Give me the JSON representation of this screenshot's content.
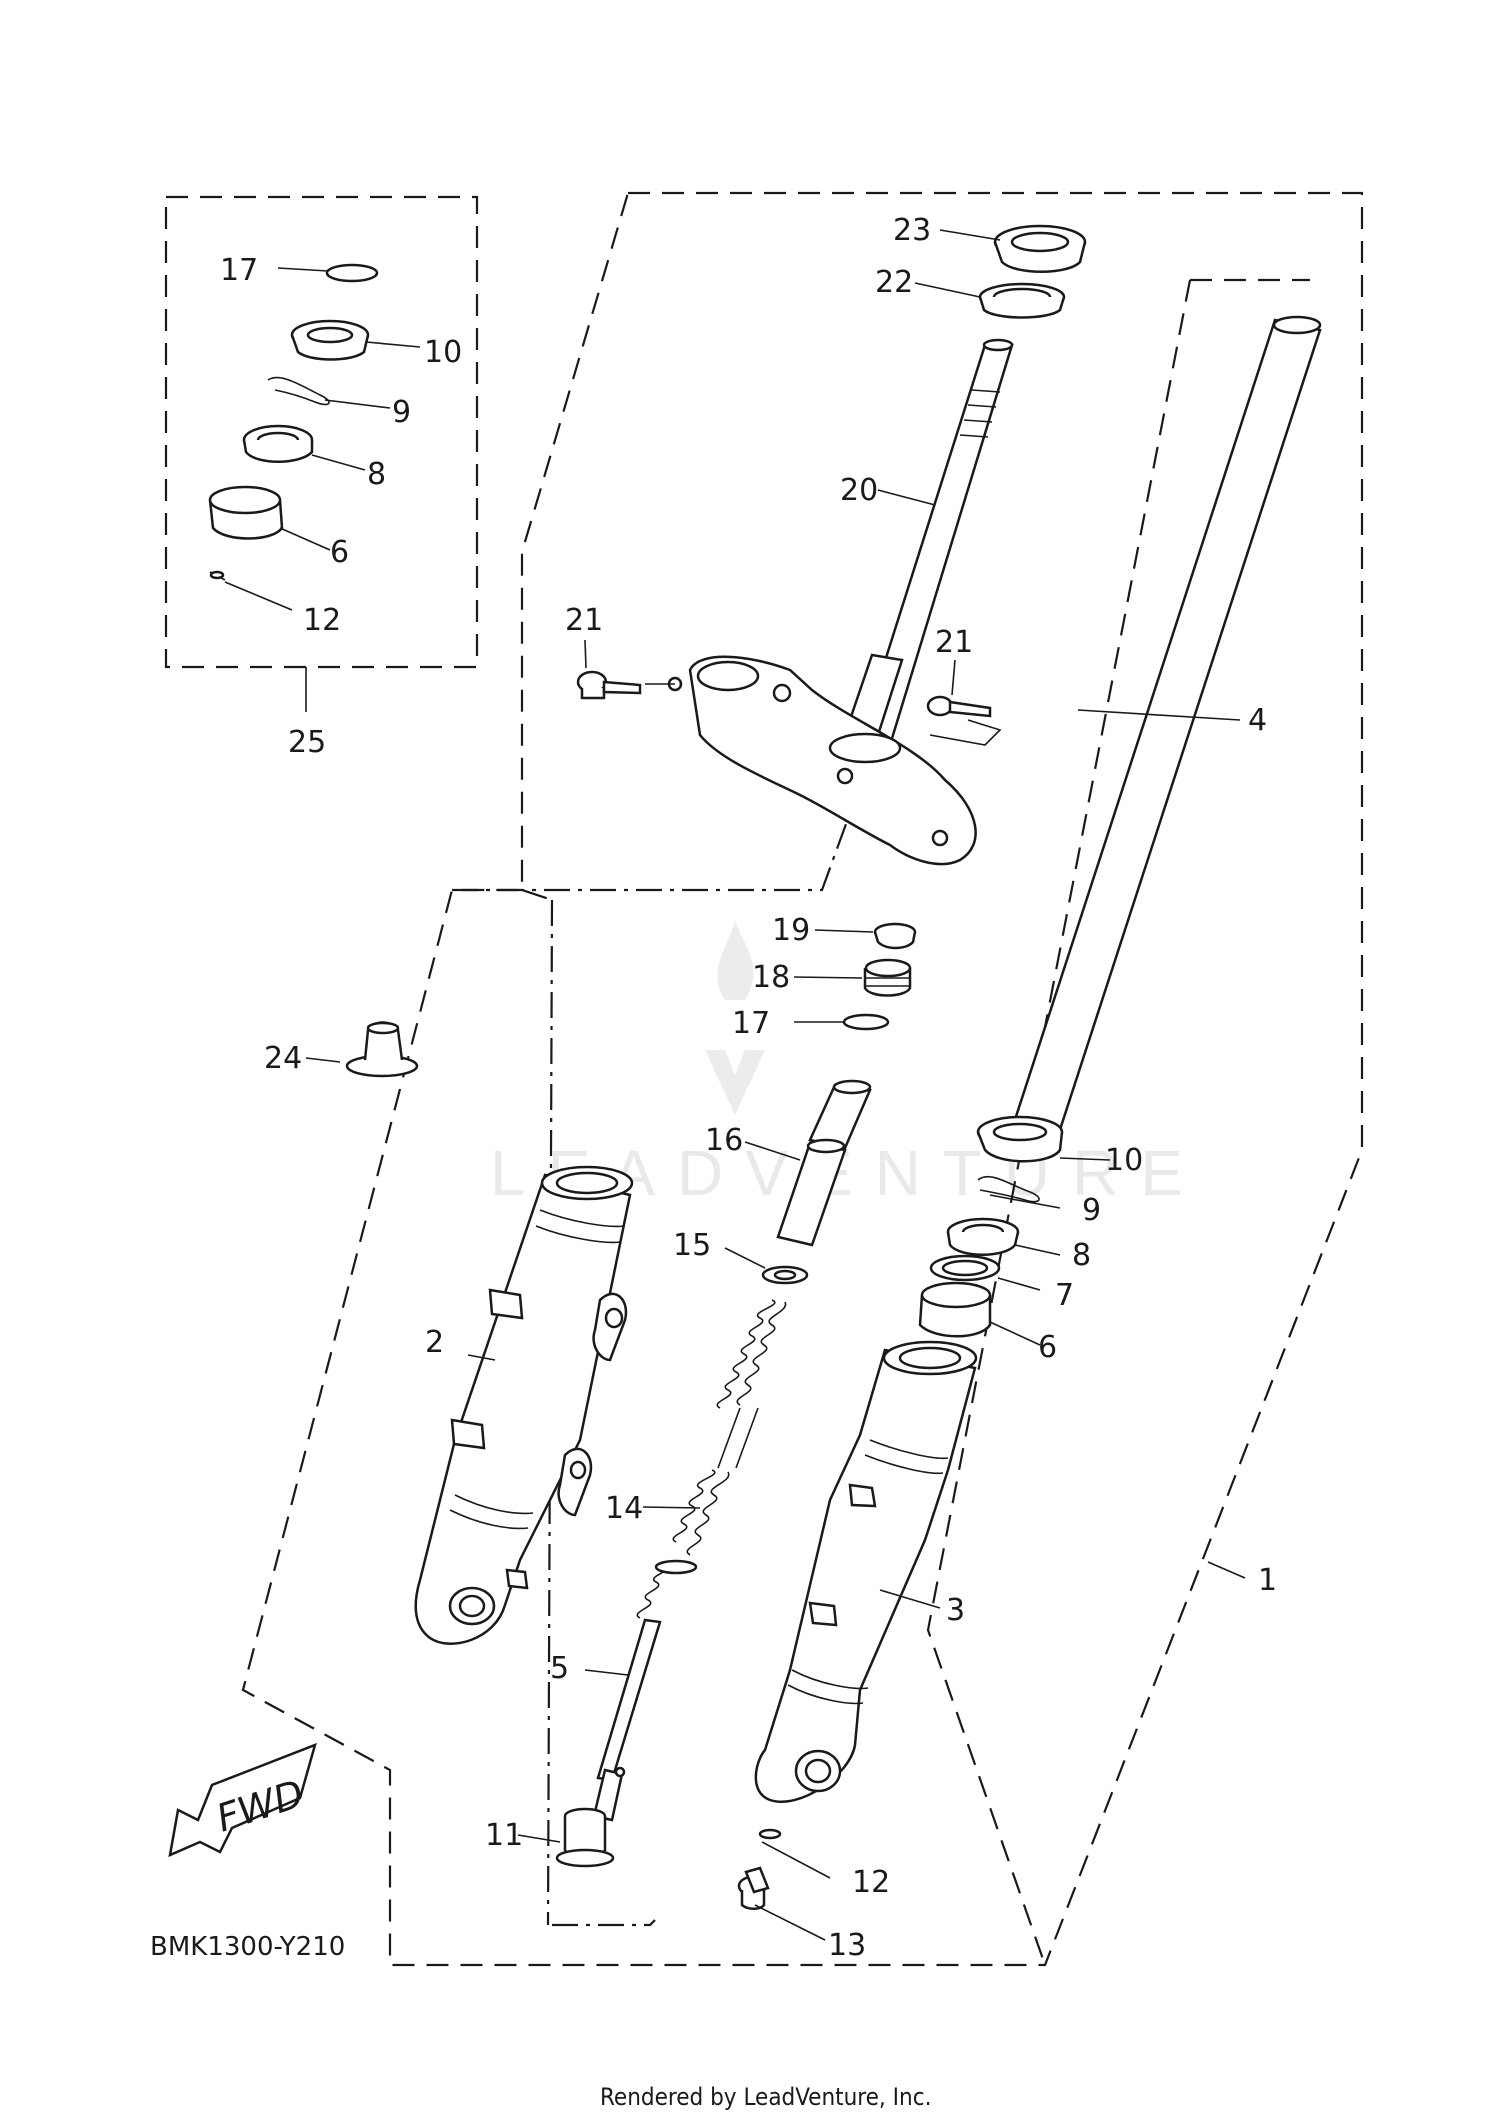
{
  "diagram_code": "BMK1300-Y210",
  "credit": "Rendered by LeadVenture, Inc.",
  "fwd_label": "FWD",
  "watermark": "LEADVENTURE",
  "callouts": {
    "c1": "1",
    "c2": "2",
    "c3": "3",
    "c4": "4",
    "c5": "5",
    "c6a": "6",
    "c6b": "6",
    "c7": "7",
    "c8a": "8",
    "c8b": "8",
    "c9a": "9",
    "c9b": "9",
    "c10a": "10",
    "c10b": "10",
    "c11": "11",
    "c12a": "12",
    "c12b": "12",
    "c13": "13",
    "c14": "14",
    "c15": "15",
    "c16": "16",
    "c17a": "17",
    "c17b": "17",
    "c18": "18",
    "c19": "19",
    "c20": "20",
    "c21a": "21",
    "c21b": "21",
    "c22": "22",
    "c23": "23",
    "c24": "24",
    "c25": "25"
  }
}
